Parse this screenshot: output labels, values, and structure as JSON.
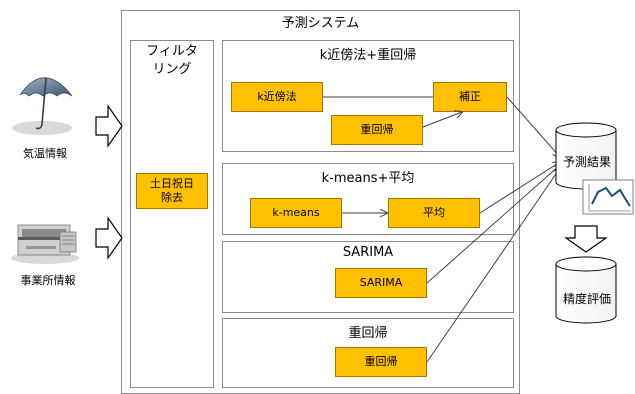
{
  "system_title": "予測システム",
  "filter_title": "フィルタ\nリング",
  "filter_box": "土日祝日\n除去",
  "inputs": {
    "weather_label": "気温情報",
    "office_label": "事業所情報"
  },
  "methods": [
    {
      "title": "k近傍法+重回帰",
      "boxes": [
        "k近傍法",
        "重回帰",
        "補正"
      ]
    },
    {
      "title": "k-means+平均",
      "boxes": [
        "k-means",
        "平均"
      ]
    },
    {
      "title": "SARIMA",
      "boxes": [
        "SARIMA"
      ]
    },
    {
      "title": "重回帰",
      "boxes": [
        "重回帰"
      ]
    }
  ],
  "outputs": {
    "result_label": "予測結果",
    "eval_label": "精度評価"
  },
  "colors": {
    "box_fill": "#ffc000",
    "frame": "#8c8c8c",
    "arrow": "#404040"
  }
}
